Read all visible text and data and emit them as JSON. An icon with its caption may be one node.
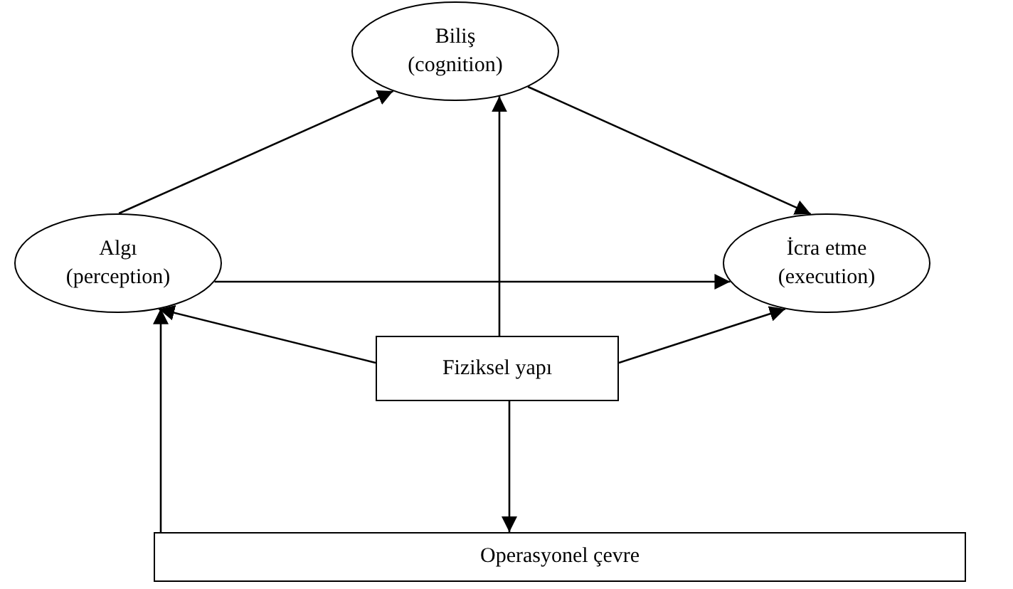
{
  "diagram": {
    "nodes": [
      {
        "text": [
          "Biliş",
          "(cognition)"
        ]
      },
      {
        "text": [
          "Algı",
          "(perception)"
        ]
      },
      {
        "text": [
          "İcra etme",
          "(execution)"
        ]
      },
      {
        "text": [
          "Fiziksel yapı"
        ]
      },
      {
        "text": [
          "Operasyonel çevre"
        ]
      }
    ],
    "edges": [
      {
        "from": 1,
        "to": 0,
        "arrow": "to"
      },
      {
        "from": 0,
        "to": 2,
        "arrow": "to"
      },
      {
        "from": 1,
        "to": 2,
        "arrow": "to"
      },
      {
        "from": 3,
        "to": 0,
        "arrow": "to"
      },
      {
        "from": 3,
        "to": 1,
        "arrow": "to"
      },
      {
        "from": 3,
        "to": 2,
        "arrow": "to"
      },
      {
        "from": 3,
        "to": 4,
        "arrow": "to"
      },
      {
        "from": 4,
        "to": 1,
        "arrow": "to"
      }
    ]
  }
}
